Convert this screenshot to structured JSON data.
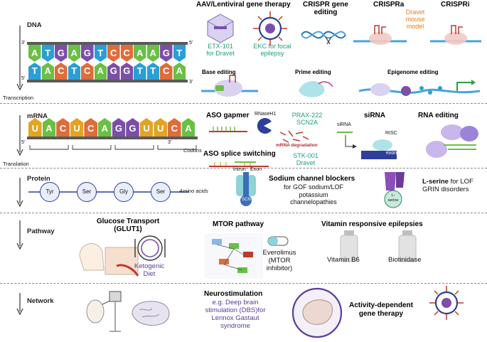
{
  "sections": {
    "dna": "DNA",
    "transcription": "Transcription",
    "mrna": "mRNA",
    "translation": "Translation",
    "protein": "Protein",
    "pathway": "Pathway",
    "network": "Network"
  },
  "dna_strand": {
    "top": [
      "A",
      "T",
      "G",
      "A",
      "G",
      "T",
      "C",
      "C",
      "A",
      "A",
      "G",
      "T"
    ],
    "bottom": [
      "T",
      "A",
      "C",
      "T",
      "C",
      "A",
      "G",
      "G",
      "T",
      "T",
      "C",
      "A"
    ],
    "label_3_top": "3'",
    "label_5_top": "5'",
    "label_5_bottom": "5'",
    "label_3_bottom": "3'"
  },
  "dna_therapies": {
    "aav_title": "AAV/Lentiviral gene therapy",
    "etx": "ETX-101\nfor Dravet",
    "ekc": "EKC for focal\nepilepsy",
    "crispr_title": "CRISPR gene\nediting",
    "crispra_title": "CRISPRa",
    "dravet_model": "Dravet\nmouse\nmodel",
    "crispri_title": "CRISPRi",
    "base_editing": "Base editing",
    "prime_editing": "Prime editing",
    "epigenome_editing": "Epigenome editing"
  },
  "mrna_strand": {
    "bases": [
      "U",
      "A",
      "C",
      "U",
      "C",
      "A",
      "G",
      "G",
      "U",
      "U",
      "C",
      "A"
    ],
    "label_5": "5'",
    "label_3": "3'",
    "codons": "Codons"
  },
  "mrna_therapies": {
    "aso_gapmer": "ASO gapmer",
    "rnaseh1": "RNaseH1",
    "prax": "PRAX-222\nSCN2A",
    "mrna_degradation": "mRNA degradation",
    "aso_splice": "ASO splice switching",
    "intron": "Intron",
    "exon": "Exon",
    "stk": "STK-001\nDravet",
    "sirna_title": "siRNA",
    "sirna_small": "siRNA",
    "risc": "RISC",
    "exon_box": "exon",
    "rna_editing": "RNA editing"
  },
  "protein": {
    "aminos": [
      "Tyr",
      "Ser",
      "Gly",
      "Ser"
    ],
    "amino_acids": "Amino acids",
    "scn": "SCN",
    "sodium_title": "Sodium channel blockers",
    "sodium_desc": "for GOF sodium/LOF\npotassium\nchannelopathies",
    "lserine_bold": "L-serine",
    "lserine_rest": " for LOF\nGRIN disorders",
    "lserine_icon": "L-\nserine"
  },
  "pathway": {
    "glut_title": "Glucose Transport\n(GLUT1)",
    "keto": "Ketogenic\nDiet",
    "mtor_title": "MTOR pathway",
    "everolimus": "Everolimus\n(MTOR\ninhibitor)",
    "vitamin_title": "Vitamin responsive epilepsies",
    "b6": "Vitamin B6",
    "biotinidase": "Biotinidase"
  },
  "network": {
    "neuro_title": "Neurostimulation",
    "neuro_desc": "e.g. Deep brain\nstimulation (DBS)for\nLennox Gastaut\nsyndrome",
    "activity": "Activity-dependent\ngene therapy"
  },
  "colors": {
    "A": "#6abf45",
    "T": "#2a9fd6",
    "G": "#7b4fa8",
    "C": "#e06c3a",
    "U": "#e3a323",
    "green_text": "#1f9e76",
    "purple_text": "#5a3d99",
    "orange_text": "#e57c12"
  }
}
